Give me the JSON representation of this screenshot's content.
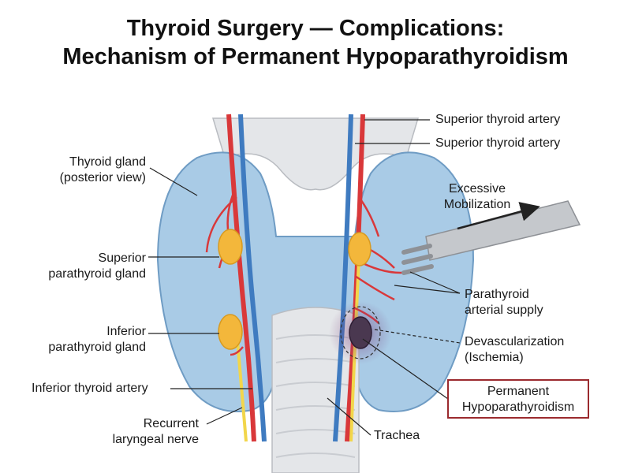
{
  "title": {
    "line1": "Thyroid Surgery — Complications:",
    "line2": "Mechanism of Permanent Hypoparathyroidism"
  },
  "labels": {
    "thyroid_gland": [
      "Thyroid gland",
      "(posterior view)"
    ],
    "superior_parathyroid": [
      "Superior",
      "parathyroid gland"
    ],
    "inferior_parathyroid": [
      "Inferior",
      "parathyroid gland"
    ],
    "inferior_thyroid_artery": "Inferior thyroid artery",
    "recurrent_laryngeal_nerve": [
      "Recurrent",
      "laryngeal nerve"
    ],
    "superior_thyroid_artery_1": "Superior thyroid artery",
    "superior_thyroid_artery_2": "Superior thyroid artery",
    "excessive_mobilization": [
      "Excessive",
      "Mobilization"
    ],
    "parathyroid_arterial_supply": [
      "Parathyroid",
      "arterial supply"
    ],
    "devascularization": [
      "Devascularization",
      "(Ischemia)"
    ],
    "permanent_hypoparathyroidism": [
      "Permanent",
      "Hypoparathyroidism"
    ],
    "trachea": "Trachea"
  },
  "colors": {
    "thyroid": "#a9cbe6",
    "thyroid_outline": "#6f9cc4",
    "cartilage": "#e4e6e9",
    "artery": "#d9383a",
    "vein": "#3f7bc0",
    "nerve": "#f2d64b",
    "parathyroid": "#f3b73b",
    "ischemic_gland": "#4a3850",
    "outcome_border": "#9b2a2e"
  }
}
